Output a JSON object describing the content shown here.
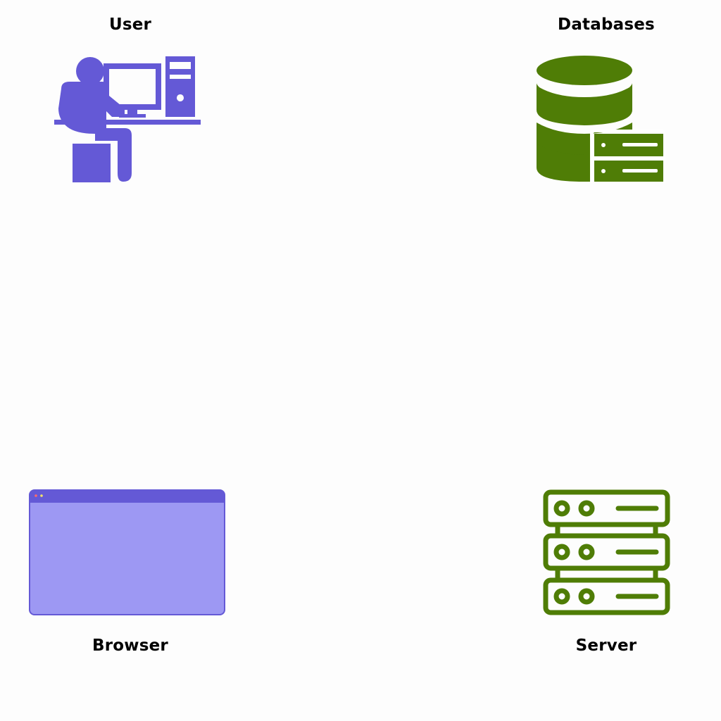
{
  "nodes": {
    "user": {
      "label": "User",
      "icon": "user-at-computer-icon"
    },
    "databases": {
      "label": "Databases",
      "icon": "database-icon"
    },
    "browser": {
      "label": "Browser",
      "icon": "browser-window-icon"
    },
    "server": {
      "label": "Server",
      "icon": "server-rack-icon"
    }
  },
  "colors": {
    "user": "#6459d6",
    "databases": "#4f7d06",
    "browser_frame": "#6459d6",
    "browser_body": "#9d98f3",
    "server": "#4f7d06"
  }
}
